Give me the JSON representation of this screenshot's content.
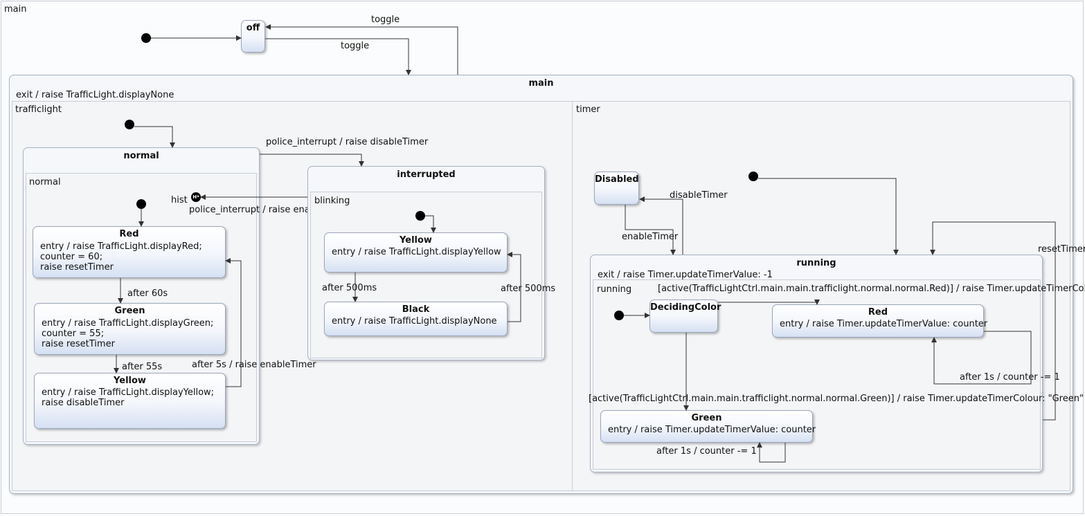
{
  "root": {
    "label": "main"
  },
  "off_state": {
    "name": "off"
  },
  "top_transitions": {
    "toggle_in": "toggle",
    "toggle_out": "toggle"
  },
  "main_state": {
    "name": "main",
    "exit": "exit / raise TrafficLight.displayNone"
  },
  "trafficlight": {
    "region": "trafficlight",
    "normal": {
      "name": "normal",
      "region": "normal"
    },
    "red": {
      "name": "Red",
      "body": "entry / raise TrafficLight.displayRed;\ncounter = 60;\nraise resetTimer"
    },
    "green": {
      "name": "Green",
      "body": "entry / raise TrafficLight.displayGreen;\ncounter = 55;\nraise resetTimer"
    },
    "yellow": {
      "name": "Yellow",
      "body": "entry / raise TrafficLight.displayYellow;\nraise disableTimer"
    },
    "t_after60": "after 60s",
    "t_after55": "after 55s",
    "t_after5": "after 5s / raise enableTimer",
    "hist": "hist",
    "hist_glyph": "H*",
    "t_police_to": "police_interrupt / raise disableTimer",
    "t_police_back": "police_interrupt / raise enableTimer",
    "interrupted": {
      "name": "interrupted",
      "region": "blinking"
    },
    "iyellow": {
      "name": "Yellow",
      "body": "entry / raise TrafficLight.displayYellow"
    },
    "iblack": {
      "name": "Black",
      "body": "entry / raise TrafficLight.displayNone"
    },
    "t_500a": "after 500ms",
    "t_500b": "after 500ms"
  },
  "timer": {
    "region": "timer",
    "disabled": {
      "name": "Disabled"
    },
    "t_disable": "disableTimer",
    "t_enable": "enableTimer",
    "t_reset": "resetTimer",
    "running": {
      "name": "running",
      "exit": "exit / raise Timer.updateTimerValue: -1",
      "region": "running"
    },
    "deciding": {
      "name": "DecidingColor"
    },
    "red": {
      "name": "Red",
      "body": "entry / raise Timer.updateTimerValue: counter"
    },
    "green": {
      "name": "Green",
      "body": "entry / raise Timer.updateTimerValue: counter"
    },
    "t_to_red": "[active(TrafficLightCtrl.main.main.trafficlight.normal.normal.Red)] / raise Timer.updateTimerColour: \"",
    "t_to_green": "[active(TrafficLightCtrl.main.main.trafficlight.normal.normal.Green)] / raise Timer.updateTimerColour: \"Green\"",
    "t_red_loop": "after 1s / counter -= 1",
    "t_green_loop": "after 1s / counter -= 1"
  }
}
